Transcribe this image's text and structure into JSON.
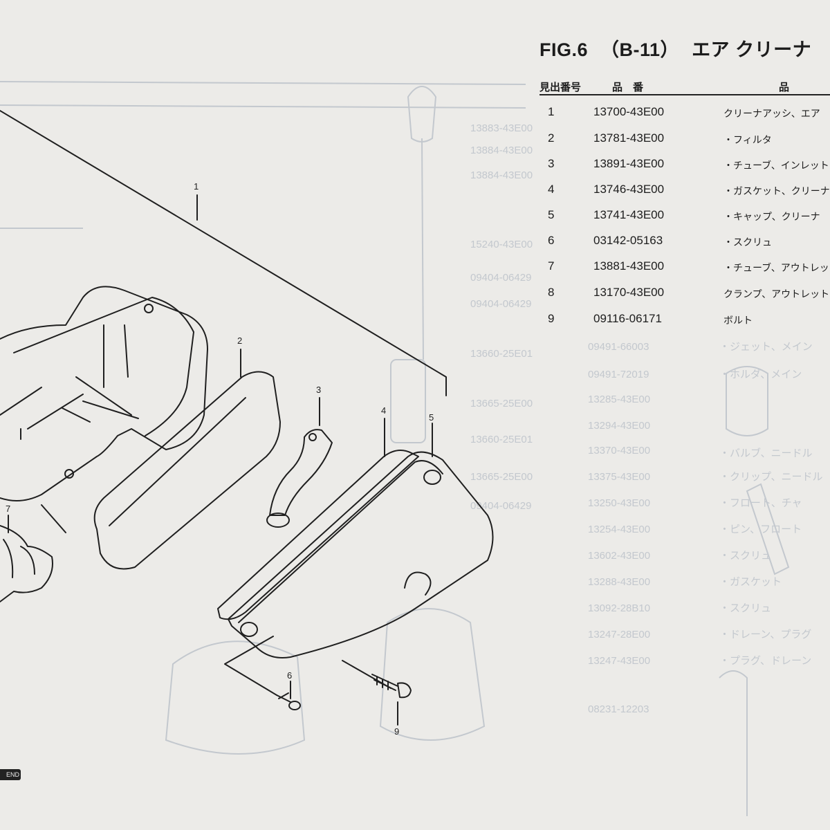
{
  "figure": {
    "label": "FIG.6",
    "code": "（B-11）",
    "title": "エア クリーナ"
  },
  "table": {
    "headers": {
      "ref_no": "見出番号",
      "part_no": "品　番",
      "description": "品"
    },
    "rows": [
      {
        "no": "1",
        "part": "13700-43E00",
        "desc": "クリーナアッシ、エア"
      },
      {
        "no": "2",
        "part": "13781-43E00",
        "desc": "・フィルタ"
      },
      {
        "no": "3",
        "part": "13891-43E00",
        "desc": "・チューブ、インレット"
      },
      {
        "no": "4",
        "part": "13746-43E00",
        "desc": "・ガスケット、クリーナ"
      },
      {
        "no": "5",
        "part": "13741-43E00",
        "desc": "・キャップ、クリーナ"
      },
      {
        "no": "6",
        "part": "03142-05163",
        "desc": "・スクリュ"
      },
      {
        "no": "7",
        "part": "13881-43E00",
        "desc": "・チューブ、アウトレット"
      },
      {
        "no": "8",
        "part": "13170-43E00",
        "desc": "クランプ、アウトレット"
      },
      {
        "no": "9",
        "part": "09116-06171",
        "desc": "ボルト"
      }
    ]
  },
  "callouts": {
    "c1": "1",
    "c2": "2",
    "c3": "3",
    "c4": "4",
    "c5": "5",
    "c6": "6",
    "c7": "7",
    "c9": "9"
  },
  "end_tag": "END",
  "colors": {
    "paper": "#ecebe8",
    "ink": "#1c1c1c",
    "bleed_through": "#b9bfc6"
  }
}
